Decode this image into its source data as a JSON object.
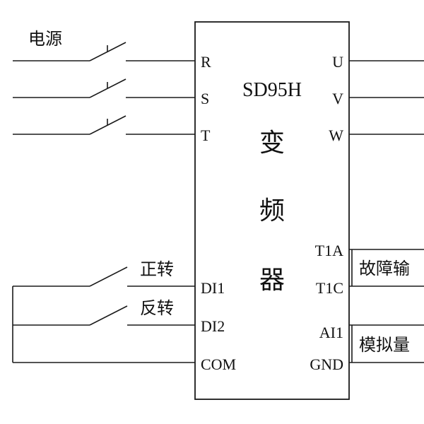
{
  "power_label": "电源",
  "model": "SD95H",
  "device_chars": [
    "变",
    "频",
    "器"
  ],
  "input_terminals": [
    "R",
    "S",
    "T"
  ],
  "output_terminals": [
    "U",
    "V",
    "W"
  ],
  "control_terminals": [
    "DI1",
    "DI2",
    "COM"
  ],
  "right_terminals": [
    "T1A",
    "T1C",
    "AI1",
    "GND"
  ],
  "forward_label": "正转",
  "reverse_label": "反转",
  "fault_output_label": "故障输",
  "analog_label": "模拟量"
}
